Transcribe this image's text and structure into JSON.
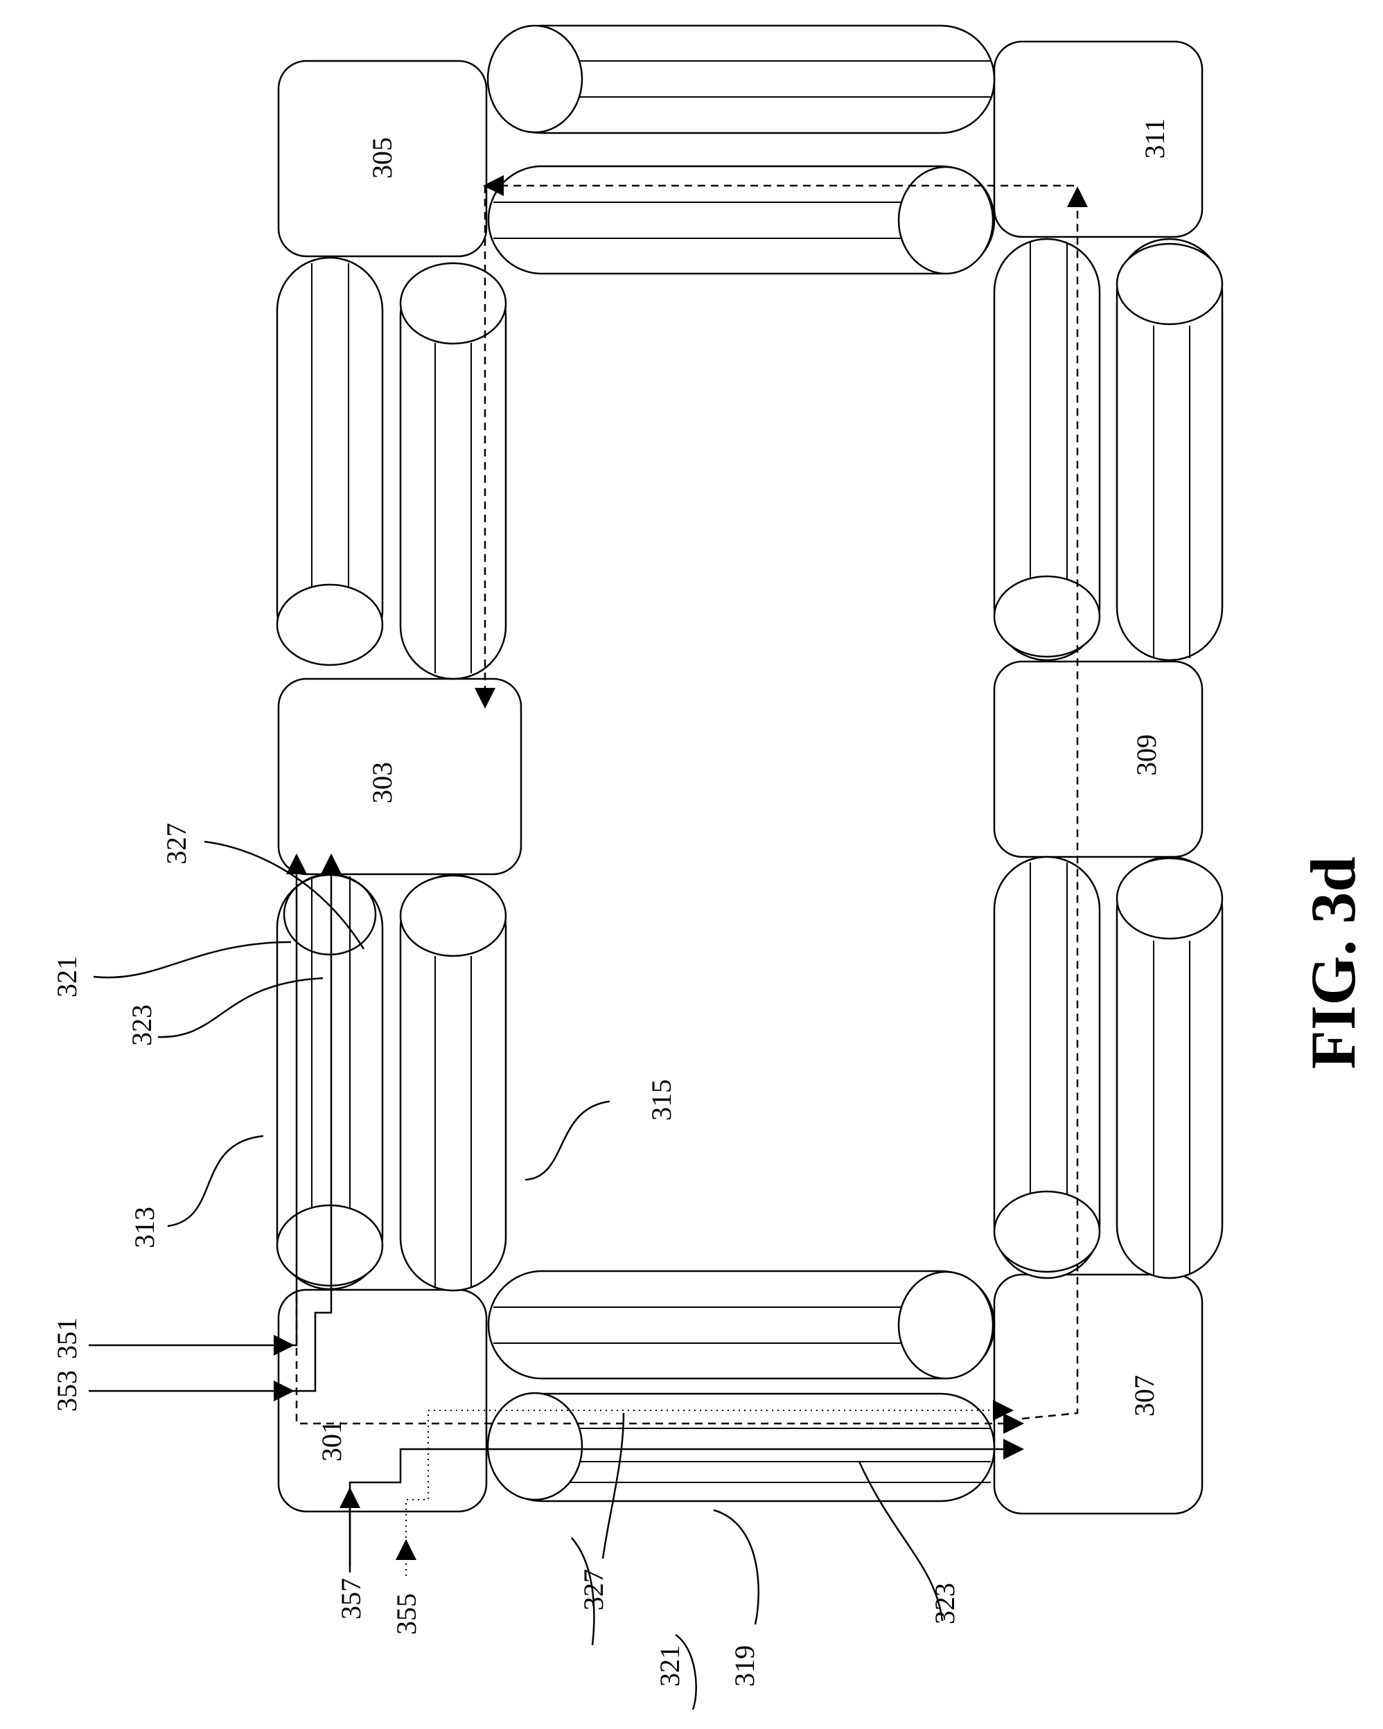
{
  "figure": {
    "caption": "FIG. 3d"
  },
  "nodes": {
    "n301": "301",
    "n303": "303",
    "n305": "305",
    "n307": "307",
    "n309": "309",
    "n311": "311"
  },
  "refs": {
    "r313": "313",
    "r315": "315",
    "r319": "319",
    "r321a": "321",
    "r323a": "323",
    "r327a": "327",
    "r321b": "321",
    "r323b": "323",
    "r327b": "327",
    "r351": "351",
    "r353": "353",
    "r355": "355",
    "r357": "357"
  },
  "colors": {
    "ink": "#000000",
    "fill": "#ffffff"
  }
}
